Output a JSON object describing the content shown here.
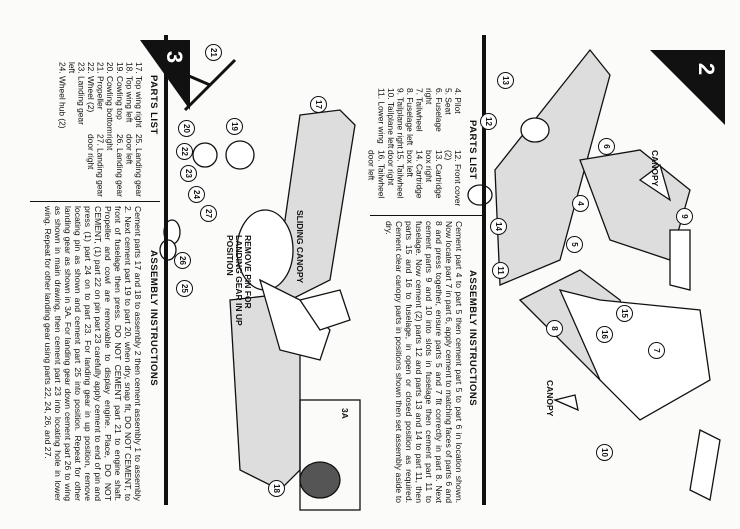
{
  "step2": {
    "number": "2",
    "parts_list_title": "PARTS LIST",
    "parts_col1": [
      "4.  Pilot",
      "5.  Seat",
      "6.  Fuselage right",
      "7.  Tailwheel",
      "8.  Fuselage left",
      "9.  Tailplane right",
      "10. Tailplane left",
      "11. Lower wing"
    ],
    "parts_col2": [
      "12. Front cover (2)",
      "13. Cartridge box right",
      "14. Cartridge box left",
      "15. Tailwheel door right",
      "16. Tailwheel door left"
    ],
    "instructions_title": "ASSEMBLY INSTRUCTIONS",
    "instructions": "Cement part 4 to part 5 then cement part 5 to part 6 in location shown. Now locate part 7 in part 6, apply cement to matching faces of parts 6 and 8 and press together, ensure parts 5 and 7 fit correctly in part 8. Next cement parts 9 and 10 into slots in fuselage then cement part 11 to fuselage. Now cement (2) parts 12 and parts 13 and 14 to part 11, then parts 15 and 16 to fuselage, in open or closed position as required. Cement clear canopy parts in positions shown then set assembly aside to dry.",
    "labels": {
      "canopy_a": "CANOPY",
      "canopy_b": "CANOPY"
    },
    "part_callouts": [
      "13",
      "12",
      "14",
      "11",
      "4",
      "5",
      "6",
      "9",
      "15",
      "16",
      "7",
      "8",
      "10"
    ]
  },
  "step3": {
    "number": "3",
    "parts_list_title": "PARTS LIST",
    "parts_col1": [
      "17. Top wing right",
      "18. Top wing left",
      "19. Cowling top",
      "20. Cowling bottom",
      "21. Propeller",
      "22. Wheel (2)",
      "23. Landing gear left",
      "24. Wheel hub (2)"
    ],
    "parts_col2": [
      "25. Landing gear door left",
      "26. Landing gear right",
      "27. Landing gear door right"
    ],
    "instructions_title": "ASSEMBLY INSTRUCTIONS",
    "instructions": "Cement parts 17 and 18 to assembly 2 then cement assembly 1 to assembly 2. Next cement part 19 to part 20, when dry, snap fit, DO NOT CEMENT, to front of fuselage then press. DO NOT CEMENT part 21 to engine shaft. Propeller and cowl are removable to display engine. Place, DO NOT CEMENT, (1) part 22 on pin part 23 carefully apply cement to end of pin and press (1) part 24 on to part 23. For landing gear in up position, remove locating pin as shown and cement part 25 into position. Repeat for other landing gear as shown in 3A. For landing gear down cement part 26 to wing as shown in main drawing, then cement part 23 into locating hole in lower wing. Repeat for other landing gear using parts 22, 24, 26, and 27.",
    "labels": {
      "sliding_canopy": "SLIDING CANOPY",
      "remove_pin": "REMOVE PIN FOR LANDING GEAR IN UP POSITION",
      "detail": "3A"
    },
    "part_callouts": [
      "17",
      "21",
      "19",
      "20",
      "18",
      "22",
      "23",
      "24",
      "25",
      "26",
      "27"
    ]
  }
}
